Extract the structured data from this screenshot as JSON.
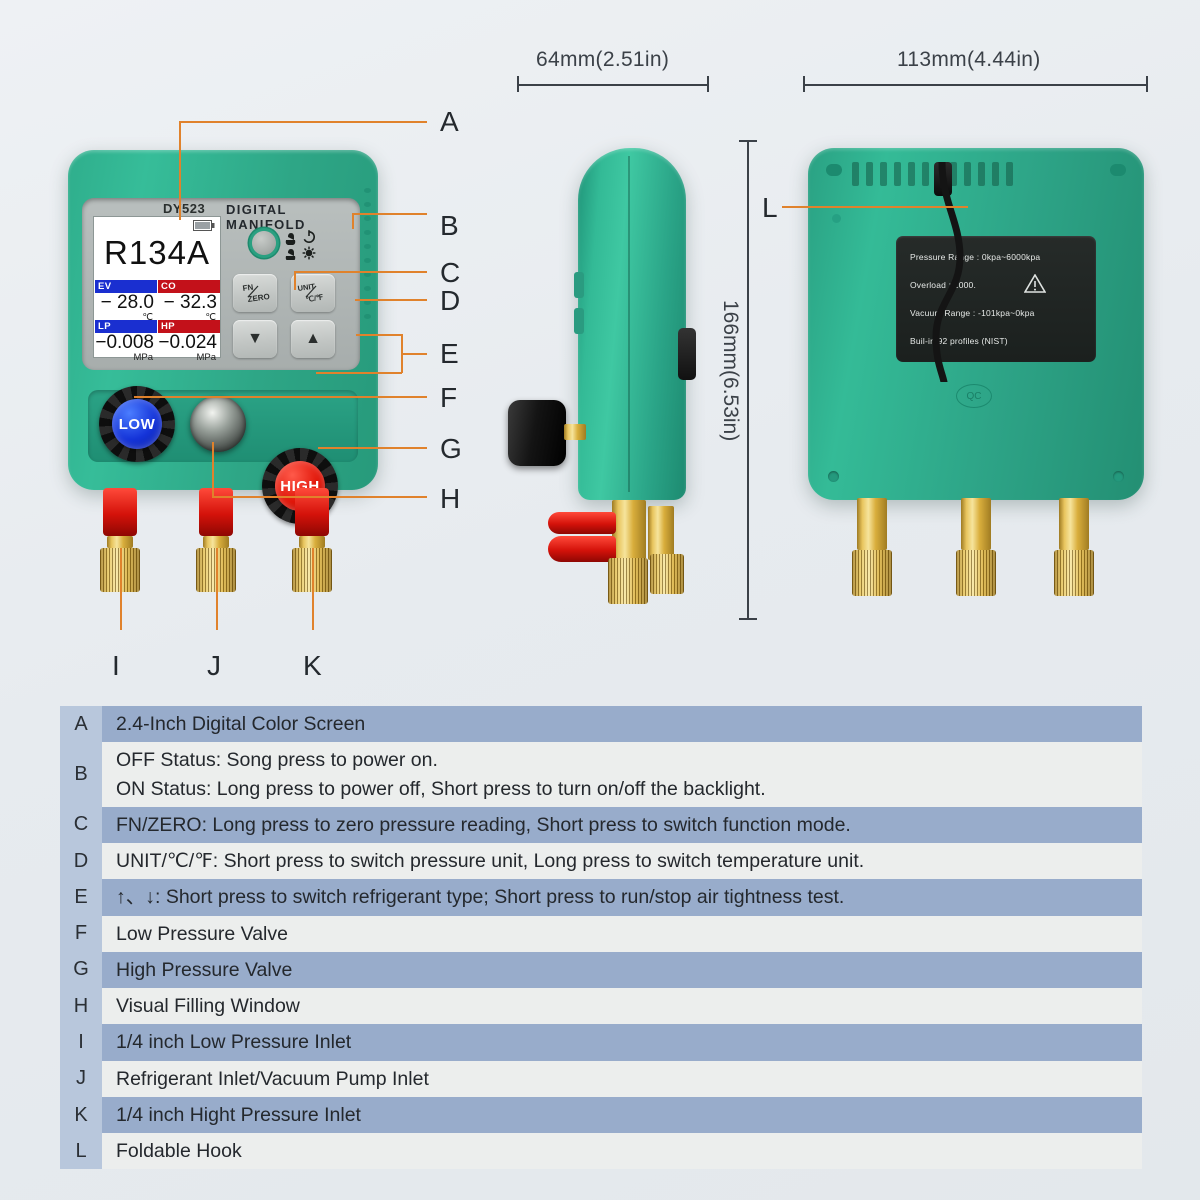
{
  "background_color": "#eceff2",
  "accent_color": "#e0822c",
  "body_color": "#33b591",
  "dimensions": {
    "side_width": "64mm(2.51in)",
    "back_width": "113mm(4.44in)",
    "height": "166mm(6.53in)"
  },
  "device": {
    "model": "DY523",
    "brand": "DIGITAL  MANIFOLD",
    "display": {
      "refrigerant": "R134A",
      "battery_icon": "battery-icon",
      "readings": [
        {
          "label": "EV",
          "value": "− 28.0",
          "unit": "℃",
          "color": "#1a2fd0"
        },
        {
          "label": "CO",
          "value": "− 32.3",
          "unit": "℃",
          "color": "#c3111a"
        },
        {
          "label": "LP",
          "value": "−0.008",
          "unit": "MPa",
          "color": "#1a2fd0"
        },
        {
          "label": "HP",
          "value": "−0.024",
          "unit": "MPa",
          "color": "#c3111a"
        }
      ]
    },
    "buttons": {
      "power": "power-button",
      "fn_zero_line1": "FN",
      "fn_zero_line2": "ZERO",
      "unit_line1": "UNIT",
      "unit_line2": "℃/℉",
      "down": "▼",
      "up": "▲"
    },
    "knobs": {
      "low": "LOW",
      "high": "HIGH"
    }
  },
  "back_label": {
    "lines": [
      "Pressure Range :  0kpa~6000kpa",
      "Overload : 1000.",
      "Vacuum Range : -101kpa~0kpa",
      "Buil-in 92 profiles (NIST)"
    ],
    "warning_icon": "warning-triangle-icon"
  },
  "callouts": {
    "front_right": [
      "A",
      "B",
      "C",
      "D",
      "E",
      "F",
      "G",
      "H"
    ],
    "front_bottom": [
      "I",
      "J",
      "K"
    ],
    "back": [
      "L"
    ]
  },
  "legend": {
    "rows": [
      {
        "letter": "A",
        "lines": [
          "2.4-Inch Digital Color Screen"
        ]
      },
      {
        "letter": "B",
        "lines": [
          "OFF Status: Song press to power on.",
          "ON Status: Long press to power off, Short press to turn on/off the backlight."
        ]
      },
      {
        "letter": "C",
        "lines": [
          "FN/ZERO: Long press to zero pressure reading, Short press to switch function mode."
        ]
      },
      {
        "letter": "D",
        "lines": [
          "UNIT/℃/℉: Short press to switch pressure unit, Long press to switch temperature unit."
        ]
      },
      {
        "letter": "E",
        "lines": [
          "↑、↓:  Short press to switch refrigerant type; Short press to run/stop air tightness test."
        ]
      },
      {
        "letter": "F",
        "lines": [
          "Low Pressure Valve"
        ]
      },
      {
        "letter": "G",
        "lines": [
          "High Pressure Valve"
        ]
      },
      {
        "letter": "H",
        "lines": [
          "Visual Filling Window"
        ]
      },
      {
        "letter": "I",
        "lines": [
          "1/4 inch Low Pressure Inlet"
        ]
      },
      {
        "letter": "J",
        "lines": [
          "Refrigerant Inlet/Vacuum Pump Inlet"
        ]
      },
      {
        "letter": "K",
        "lines": [
          "1/4 inch Hight Pressure Inlet"
        ]
      },
      {
        "letter": "L",
        "lines": [
          "Foldable Hook"
        ]
      }
    ]
  }
}
